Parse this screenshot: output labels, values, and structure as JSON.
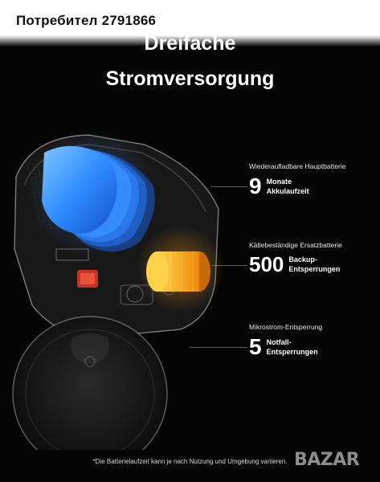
{
  "watermark": {
    "text": "Потребител 2791866"
  },
  "headline": {
    "line1": "Dreifache",
    "line2": "Stromversorgung"
  },
  "callouts": [
    {
      "heading": "Wiederaufladbare Hauptbatterie",
      "number": "9",
      "desc_line1": "Monate",
      "desc_line2": "Akkulaufzeit"
    },
    {
      "heading": "Kältebeständige Ersatzbatterie",
      "number": "500",
      "desc_line1": "Backup-",
      "desc_line2": "Entsperrungen"
    },
    {
      "heading": "Mikrostrom-Entsperrung",
      "number": "5",
      "desc_line1": "Notfall-",
      "desc_line2": "Entsperrungen"
    }
  ],
  "footnote": "*Die Batterielaufzeit kann je nach Nutzung und Umgebung variieren.",
  "logo": {
    "text": "BAZAR"
  },
  "colors": {
    "background": "#050505",
    "main_battery": "#2f8cff",
    "backup_battery": "#f5a313",
    "emergency_module": "#e03a2a"
  }
}
